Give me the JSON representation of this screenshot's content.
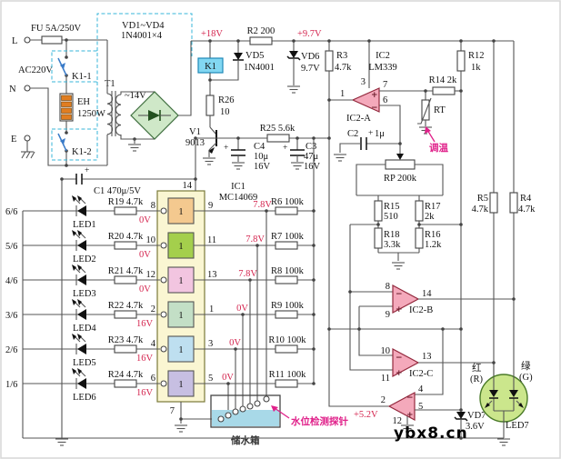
{
  "colors": {
    "wire": "#555555",
    "voltage_red": "#d4244e",
    "annotation_pink": "#e0218a",
    "comparator_fill": "#f4a9bb",
    "relay_coil_fill": "#82d7f2",
    "bridge_fill": "#cfe8c8",
    "led7_fill": "#cbe68c",
    "ic1_block_fill": "#faf6d2",
    "water_fill": "#a8d9e8",
    "heater_fill": "#e07d20",
    "inverter_fills": [
      "#f4c98f",
      "#a4cf4c",
      "#f2c5e0",
      "#c3dfc6",
      "#bedff0",
      "#c7bfe2"
    ]
  },
  "power": {
    "l": "L",
    "fuse": "FU 5A/250V",
    "ac": "AC220V",
    "k1_1": "K1-1",
    "n": "N",
    "heater_name": "EH",
    "heater_power": "1250W",
    "e": "E",
    "k1_2": "K1-2",
    "transformer": "T1",
    "secondary_v": "~14V",
    "bridge_name": "VD1~VD4",
    "bridge_type": "1N4001×4"
  },
  "supply": {
    "v18": "+18V",
    "r2": "R2 200",
    "v97": "+9.7V",
    "relay": "K1",
    "vd5": "VD5",
    "vd5_type": "1N4001",
    "vd6": "VD6",
    "vd6_v": "9.7V",
    "r26": "R26",
    "r26_v": "10",
    "v1": "V1",
    "v1_type": "9013",
    "r25": "R25 5.6k",
    "c4": "C4",
    "c4_v": "10μ",
    "c4_volt": "16V",
    "c4_plus": "+",
    "c3": "C3",
    "c3_v": "47μ",
    "c3_volt": "16V",
    "c3_plus": "+"
  },
  "ic2": {
    "name": "IC2",
    "type": "LM339",
    "a": {
      "label": "IC2-A",
      "pin_power": "3",
      "pin_p": "7",
      "pin_m": "6",
      "pin_out": "1",
      "plus": "+",
      "minus": "−"
    },
    "b": {
      "label": "IC2-B",
      "pin_m": "8",
      "pin_p": "9",
      "pin_out": "14",
      "plus": "+",
      "minus": "−"
    },
    "c": {
      "label": "IC2-C",
      "pin_m": "10",
      "pin_p": "11",
      "pin_out": "13",
      "plus": "+",
      "minus": "−"
    },
    "d": {
      "pin_out": "2",
      "pin_m": "4",
      "pin_p": "5",
      "pin_gnd": "12",
      "v_out": "+5.2V",
      "plus": "+",
      "minus": "−"
    }
  },
  "temp": {
    "r14": "R14 2k",
    "r12": "R12",
    "r12_v": "1k",
    "rt": "RT",
    "adjust": "调温",
    "c2": "C2",
    "c2_v": "1μ",
    "c2_plus": "+",
    "rp": "RP 200k",
    "r15": "R15",
    "r15_v": "510",
    "r17": "R17",
    "r17_v": "2k",
    "r18": "R18",
    "r18_v": "3.3k",
    "r16": "R16",
    "r16_v": "1.2k",
    "r5": "R5",
    "r5_v": "4.7k",
    "r4": "R4",
    "r4_v": "4.7k"
  },
  "ic1": {
    "name": "IC1",
    "type": "MC14069",
    "pin_vdd": "14",
    "pin_gnd": "7",
    "c1": "C1 470μ/5V",
    "c1_plus": "+",
    "gate": "1",
    "rows": [
      {
        "fraction": "6/6",
        "led": "LED1",
        "res": "R19 4.7k",
        "pin_in": "8",
        "v_in": "0V",
        "pin_out": "9",
        "v_out": "7.8V",
        "res_r": "R6 100k"
      },
      {
        "fraction": "5/6",
        "led": "LED2",
        "res": "R20 4.7k",
        "pin_in": "10",
        "v_in": "0V",
        "pin_out": "11",
        "v_out": "7.8V",
        "res_r": "R7 100k"
      },
      {
        "fraction": "4/6",
        "led": "LED3",
        "res": "R21 4.7k",
        "pin_in": "12",
        "v_in": "0V",
        "pin_out": "13",
        "v_out": "7.8V",
        "res_r": "R8 100k"
      },
      {
        "fraction": "3/6",
        "led": "LED4",
        "res": "R22 4.7k",
        "pin_in": "2",
        "v_in": "16V",
        "pin_out": "1",
        "v_out": "0V",
        "res_r": "R9 100k"
      },
      {
        "fraction": "2/6",
        "led": "LED5",
        "res": "R23 4.7k",
        "pin_in": "4",
        "v_in": "16V",
        "pin_out": "3",
        "v_out": "0V",
        "res_r": "R10 100k"
      },
      {
        "fraction": "1/6",
        "led": "LED6",
        "res": "R24 4.7k",
        "pin_in": "6",
        "v_in": "16V",
        "pin_out": "5",
        "v_out": "0V",
        "res_r": "R11 100k"
      }
    ]
  },
  "out": {
    "vd7": "VD7",
    "vd7_v": "3.6V",
    "led7": "LED7",
    "red_cn": "红",
    "red_en": "(R)",
    "green_cn": "绿",
    "green_en": "(G)"
  },
  "tank": {
    "probe": "水位检测探针",
    "name": "储水箱"
  },
  "watermark": "ybx8.cn"
}
